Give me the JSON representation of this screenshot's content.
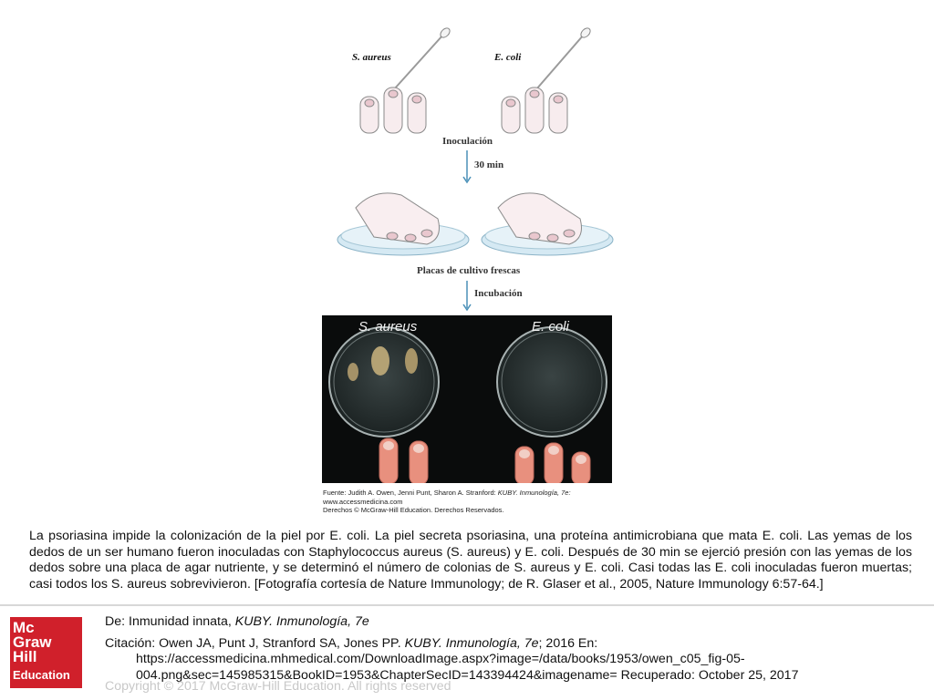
{
  "figure": {
    "swab_label_left": "S. aureus",
    "swab_label_right": "E. coli",
    "step1": "Inoculación",
    "time": "30 min",
    "plates_label": "Placas de cultivo frescas",
    "step2": "Incubación",
    "photo_label_left": "S. aureus",
    "photo_label_right": "E. coli",
    "credit_line1_prefix": "Fuente: Judith A. Owen, Jenni Punt, Sharon A. Stranford: ",
    "credit_line1_italic": "KUBY. Inmunología, 7e:",
    "credit_line2": "www.accessmedicina.com",
    "credit_line3": "Derechos © McGraw-Hill Education. Derechos Reservados."
  },
  "caption": "La psoriasina impide la colonización de la piel por E. coli. La piel secreta psoriasina, una proteína antimicrobiana que mata E. coli. Las yemas de los dedos de un ser humano fueron inoculadas con Staphylococcus aureus (S. aureus) y E. coli. Después de 30 min se ejerció presión con las yemas de los dedos sobre una placa de agar nutriente, y se determinó el número de colonias de S. aureus y E. coli. Casi todas las E. coli inoculadas fueron muertas; casi todos los S. aureus sobrevivieron. [Fotografía cortesía de Nature Immunology; de R. Glaser et al., 2005, Nature Immunology 6:57-64.]",
  "logo": {
    "l1": "Mc",
    "l2": "Graw",
    "l3": "Hill",
    "l4": "Education"
  },
  "reference": {
    "de_prefix": "De: Inmunidad innata, ",
    "de_italic": "KUBY. Inmunología, 7e",
    "cit_prefix": "Citación: Owen JA, Punt J, Stranford SA, Jones PP. ",
    "cit_italic": "KUBY. Inmunología, 7e",
    "cit_suffix": "; 2016 En:",
    "url1": "https://accessmedicina.mhmedical.com/DownloadImage.aspx?image=/data/books/1953/owen_c05_fig-05-",
    "url2": "004.png&sec=145985315&BookID=1953&ChapterSecID=143394424&imagename= Recuperado: October 25, 2017"
  },
  "copyright": "Copyright © 2017 McGraw-Hill Education. All rights reserved"
}
